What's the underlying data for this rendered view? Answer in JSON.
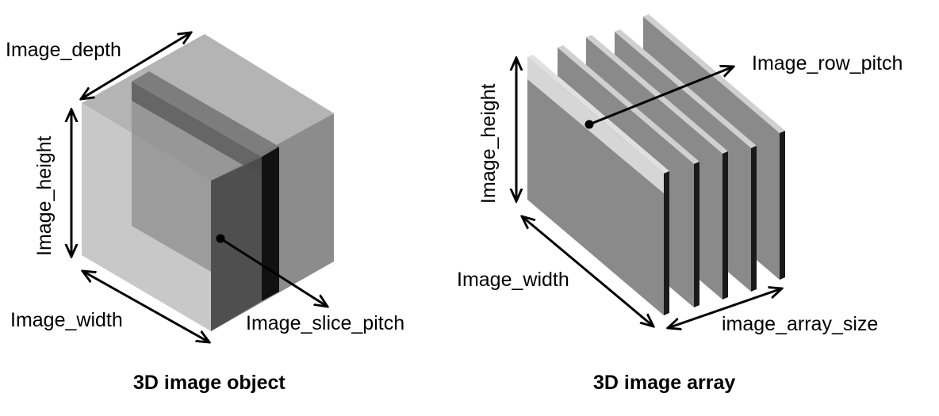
{
  "left_figure": {
    "caption": "3D image object",
    "labels": {
      "depth": "Image_depth",
      "height": "Image_height",
      "width": "Image_width",
      "slice_pitch": "Image_slice_pitch"
    }
  },
  "right_figure": {
    "caption": "3D image array",
    "labels": {
      "row_pitch": "Image_row_pitch",
      "height": "Image_height",
      "width": "Image_width",
      "array_size": "image_array_size"
    }
  },
  "colors": {
    "cube_face_light": "#c8c8c8",
    "cube_top": "#b4b4b4",
    "cube_side": "#8c8c8c",
    "slice_front": "#4a4a4a",
    "slice_edge": "#111111",
    "slab_face": "#8a8a8a",
    "slab_top": "#d6d6d6",
    "slab_edge": "#1a1a1a",
    "arrow": "#000000"
  }
}
